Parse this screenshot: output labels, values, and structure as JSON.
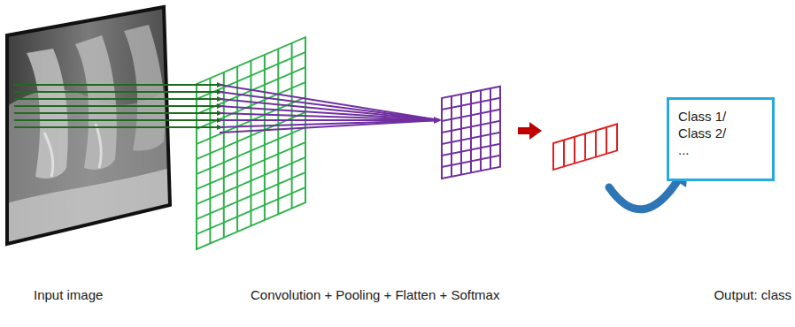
{
  "diagram": {
    "nodes": [
      {
        "text": [
          "Class 1/ Class 2/ ..."
        ]
      }
    ],
    "labels": [
      "Input image",
      "Convolution + Pooling + Flatten + Softmax",
      "Output: class"
    ]
  }
}
